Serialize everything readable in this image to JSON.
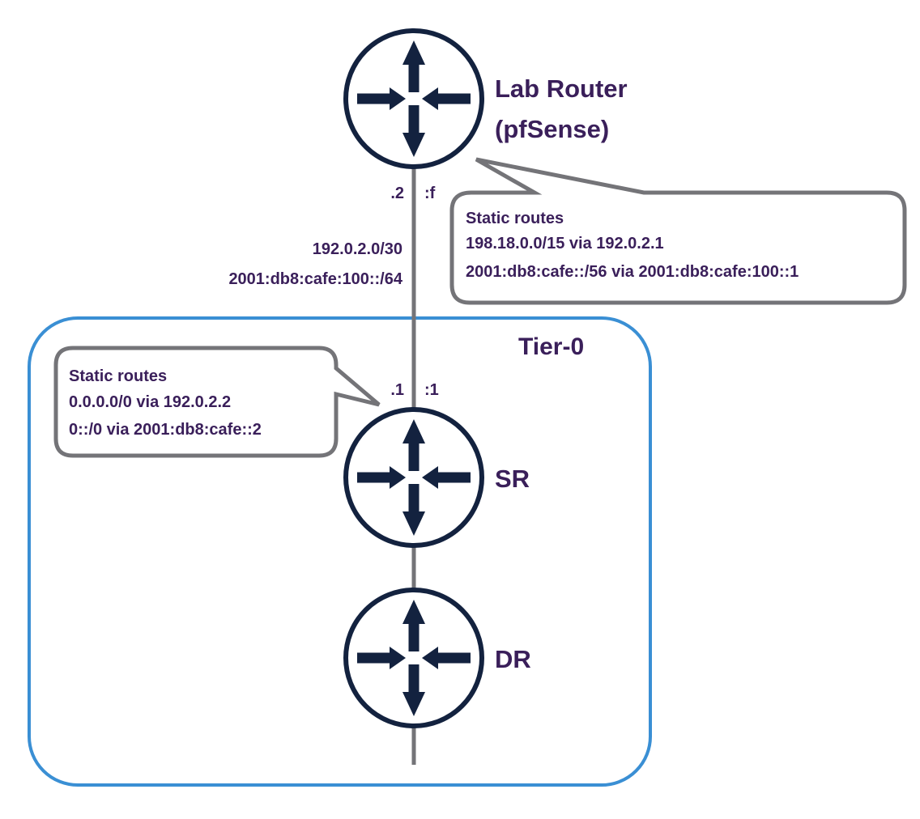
{
  "colors": {
    "text": "#3a1f5a",
    "router_icon": "#13223f",
    "link": "#747478",
    "callout_border": "#747478",
    "zone_border": "#3a8fd4"
  },
  "nodes": {
    "lab_router": {
      "icon": "router-icon",
      "title_line1": "Lab Router",
      "title_line2": "(pfSense)"
    },
    "sr": {
      "icon": "router-icon",
      "label": "SR"
    },
    "dr": {
      "icon": "router-icon",
      "label": "DR"
    }
  },
  "zone": {
    "label": "Tier-0"
  },
  "link": {
    "upper_if_v4": ".2",
    "upper_if_v6": ":f",
    "lower_if_v4": ".1",
    "lower_if_v6": ":1",
    "network_v4": "192.0.2.0/30",
    "network_v6": "2001:db8:cafe:100::/64"
  },
  "callouts": {
    "lab_router": {
      "title": "Static routes",
      "lines": [
        "198.18.0.0/15 via 192.0.2.1",
        "2001:db8:cafe::/56 via 2001:db8:cafe:100::1"
      ]
    },
    "sr": {
      "title": "Static routes",
      "lines": [
        "0.0.0.0/0 via 192.0.2.2",
        "0::/0 via 2001:db8:cafe::2"
      ]
    }
  }
}
